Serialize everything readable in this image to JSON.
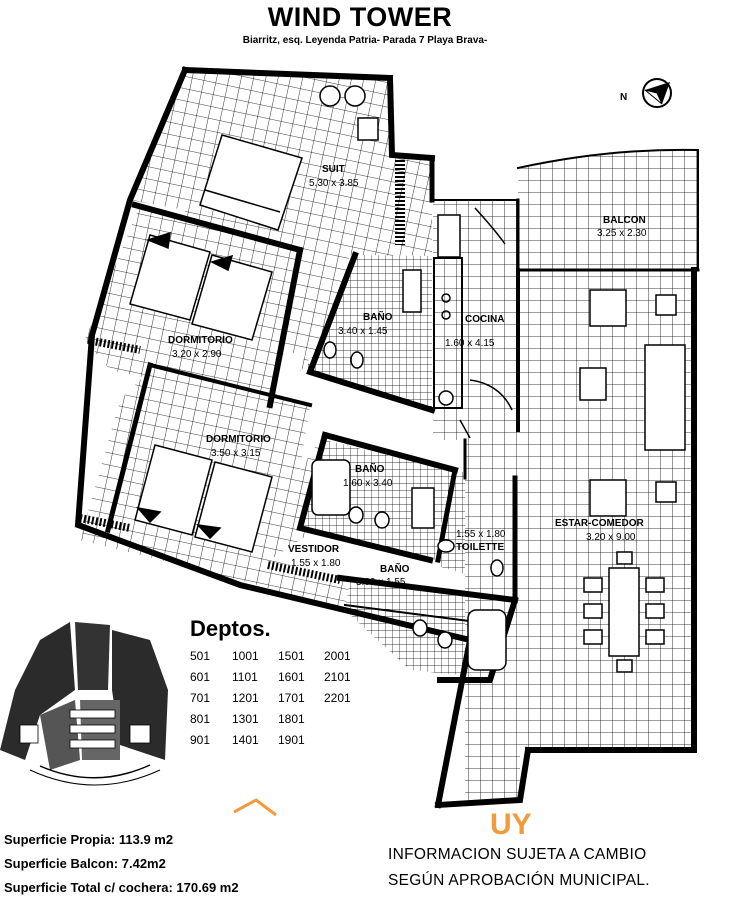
{
  "header": {
    "title": "WIND TOWER",
    "subtitle": "Biarritz, esq. Leyenda Patria- Parada 7 Playa Brava-"
  },
  "compass": {
    "label": "N"
  },
  "rooms": [
    {
      "id": "suit",
      "name": "SUIT",
      "dims": "5.30 x 3.85"
    },
    {
      "id": "balcon",
      "name": "BALCON",
      "dims": "3.25 x 2.30"
    },
    {
      "id": "bano1",
      "name": "BAÑO",
      "dims": "3.40 x 1.45"
    },
    {
      "id": "cocina",
      "name": "COCINA",
      "dims": "1.60 x 4.15"
    },
    {
      "id": "dormitorio1",
      "name": "DORMITORIO",
      "dims": "3.20 x 2.90"
    },
    {
      "id": "dormitorio2",
      "name": "DORMITORIO",
      "dims": "3.50 x 3.15"
    },
    {
      "id": "bano2",
      "name": "BAÑO",
      "dims": "1.60 x 3.40"
    },
    {
      "id": "toilette",
      "name": "TOILETTE",
      "dims": "1.55 x 1.80"
    },
    {
      "id": "estar",
      "name": "ESTAR-COMEDOR",
      "dims": "3.20 x 9.00"
    },
    {
      "id": "vestidor",
      "name": "VESTIDOR",
      "dims": "1.55 x 1.80"
    },
    {
      "id": "bano3",
      "name": "BAÑO",
      "dims": "3.00 x 1.55"
    }
  ],
  "deptos": {
    "title": "Deptos.",
    "rows": [
      [
        "501",
        "1001",
        "1501",
        "2001"
      ],
      [
        "601",
        "1101",
        "1601",
        "2101"
      ],
      [
        "701",
        "1201",
        "1701",
        "2201"
      ],
      [
        "801",
        "1301",
        "1801",
        ""
      ],
      [
        "901",
        "1401",
        "1901",
        ""
      ]
    ]
  },
  "surfaces": {
    "propia": "Superficie Propia: 113.9 m2",
    "balcon": "Superficie Balcon: 7.42m2",
    "total": "Superficie Total c/ cochera: 170.69 m2"
  },
  "watermark": {
    "text": "UY",
    "color": "#f39b3c"
  },
  "notice": {
    "line1": "INFORMACION SUJETA A CAMBIO",
    "line2": "SEGÚN APROBACIÓN MUNICIPAL."
  }
}
